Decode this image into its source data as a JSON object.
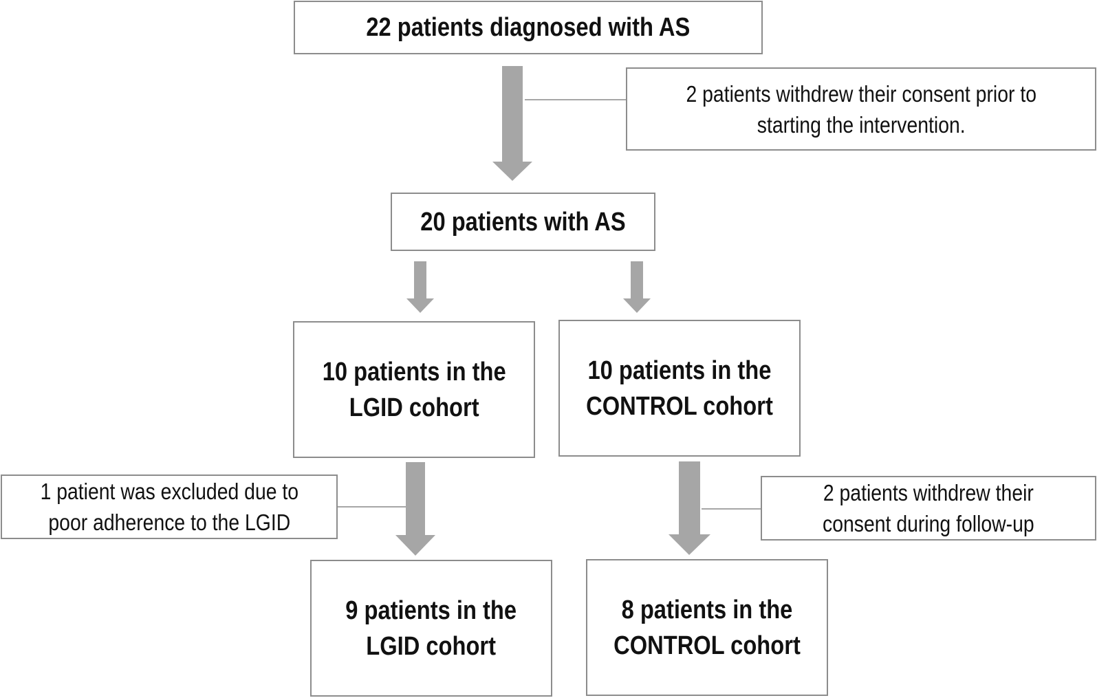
{
  "boxes": {
    "start": {
      "lines": [
        "22 patients diagnosed with AS"
      ]
    },
    "withdraw_pre": {
      "lines": [
        "2 patients withdrew their consent prior to",
        "starting the intervention."
      ]
    },
    "mid": {
      "lines": [
        "20 patients with AS"
      ]
    },
    "lgid_start": {
      "lines": [
        "10 patients in the",
        "LGID cohort"
      ]
    },
    "control_start": {
      "lines": [
        "10 patients in the",
        "CONTROL cohort"
      ]
    },
    "lgid_excluded": {
      "lines": [
        "1 patient was excluded due to",
        "poor adherence to the LGID"
      ]
    },
    "control_withdrew": {
      "lines": [
        "2 patients withdrew their",
        "consent during follow-up"
      ]
    },
    "lgid_end": {
      "lines": [
        "9 patients in the",
        "LGID cohort"
      ]
    },
    "control_end": {
      "lines": [
        "8 patients in the",
        "CONTROL cohort"
      ]
    }
  },
  "colors": {
    "arrow": "#a6a6a6",
    "border": "#8c8c8c",
    "connector": "#a6a6a6"
  }
}
